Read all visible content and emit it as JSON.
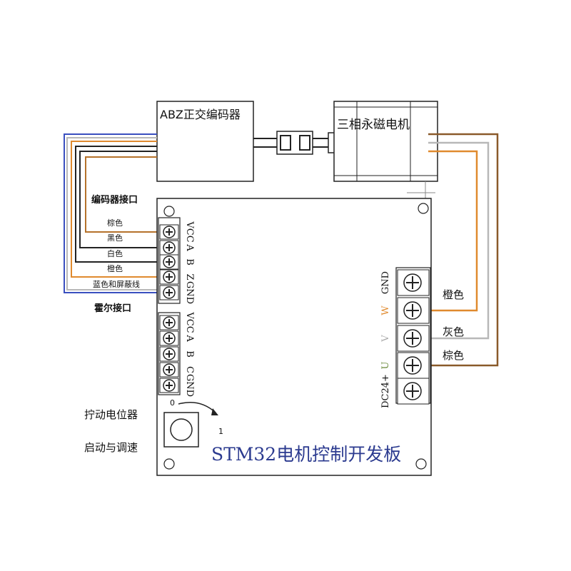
{
  "encoder": {
    "title": "ABZ正交编码器"
  },
  "motor": {
    "title": "三相永磁电机"
  },
  "board": {
    "title": "STM32电机控制开发板",
    "encoder_port_label": "编码器接口",
    "hall_port_label": "霍尔接口",
    "potentiometer_label": "拧动电位器",
    "start_label": "启动与调速",
    "pot_zero": "0",
    "pot_one": "1"
  },
  "encoder_wires": [
    {
      "name": "棕色",
      "pin": "VCC",
      "color": "#b5722b"
    },
    {
      "name": "黑色",
      "pin": "A",
      "color": "#111111"
    },
    {
      "name": "白色",
      "pin": "B",
      "color": "#8a8a8a"
    },
    {
      "name": "橙色",
      "pin": "Z",
      "color": "#e08a2e"
    },
    {
      "name": "蓝色和屏蔽线",
      "pin": "GND",
      "color": "#3a4fbf"
    }
  ],
  "hall_pins": [
    "VCC",
    "A",
    "B",
    "C",
    "GND"
  ],
  "power_pins": [
    "GND",
    "W",
    "V",
    "U",
    "DC24+"
  ],
  "motor_wires": [
    {
      "name": "橙色",
      "color": "#e08a2e"
    },
    {
      "name": "灰色",
      "color": "#b8b8b8"
    },
    {
      "name": "棕色",
      "color": "#8a5a2a"
    }
  ]
}
